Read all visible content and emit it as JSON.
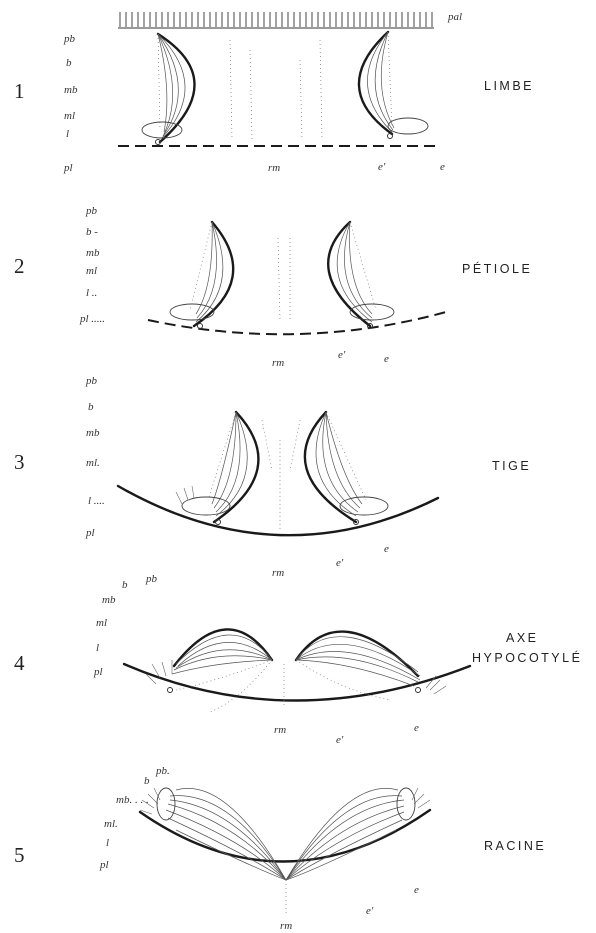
{
  "colors": {
    "ink": "#1a1a1a",
    "paper": "#ffffff"
  },
  "figures": [
    {
      "number": "1",
      "title_lines": [
        "LIMBE"
      ],
      "labels": {
        "pal": "pal",
        "pb": "pb",
        "b": "b",
        "mb": "mb",
        "ml": "ml",
        "l": "l",
        "pl": "pl",
        "rm": "rm",
        "e_prime": "e'",
        "e": "e"
      }
    },
    {
      "number": "2",
      "title_lines": [
        "PÉTIOLE"
      ],
      "labels": {
        "pb": "pb",
        "b": "b -",
        "mb": "mb",
        "ml": "ml",
        "l": "l ..",
        "pl": "pl .....",
        "rm": "rm",
        "e_prime": "e'",
        "e": "e"
      }
    },
    {
      "number": "3",
      "title_lines": [
        "TIGE"
      ],
      "labels": {
        "pb": "pb",
        "b": "b",
        "mb": "mb",
        "ml": "ml.",
        "l": "l ....",
        "pl": "pl",
        "rm": "rm",
        "e_prime": "e'",
        "e": "e"
      }
    },
    {
      "number": "4",
      "title_lines": [
        "AXE",
        "HYPOCOTYLÉ"
      ],
      "labels": {
        "pb": "pb",
        "b": "b",
        "mb": "mb",
        "ml": "ml",
        "l": "l",
        "pl": "pl",
        "rm": "rm",
        "e_prime": "e'",
        "e": "e"
      }
    },
    {
      "number": "5",
      "title_lines": [
        "RACINE"
      ],
      "labels": {
        "pb": "pb.",
        "b": "b",
        "mb": "mb. . . .",
        "ml": "ml.",
        "l": "l",
        "pl": "pl",
        "rm": "rm",
        "e_prime": "e'",
        "e": "e"
      }
    }
  ]
}
